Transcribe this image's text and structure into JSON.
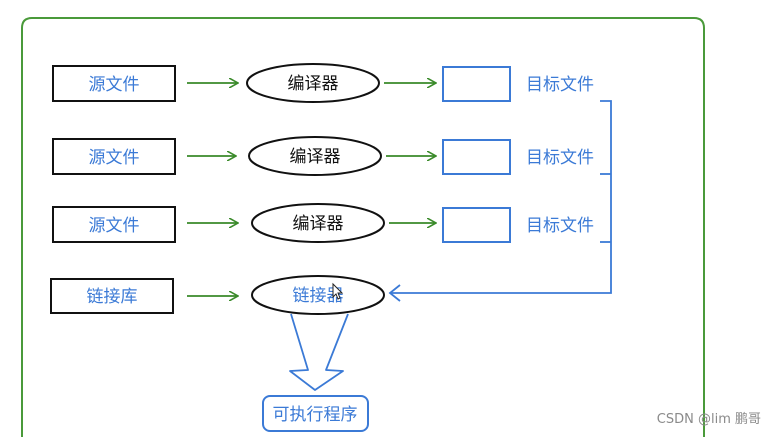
{
  "rows": [
    {
      "source": "源文件",
      "process": "编译器",
      "target": "目标文件"
    },
    {
      "source": "源文件",
      "process": "编译器",
      "target": "目标文件"
    },
    {
      "source": "源文件",
      "process": "编译器",
      "target": "目标文件"
    }
  ],
  "library": "链接库",
  "linker": "链接器",
  "output": "可执行程序",
  "watermark": "CSDN @lim 鹏哥",
  "colors": {
    "frame": "#4a9a3a",
    "arrow_green": "#3a8a2a",
    "blue": "#3b7ad6",
    "black": "#111111"
  }
}
